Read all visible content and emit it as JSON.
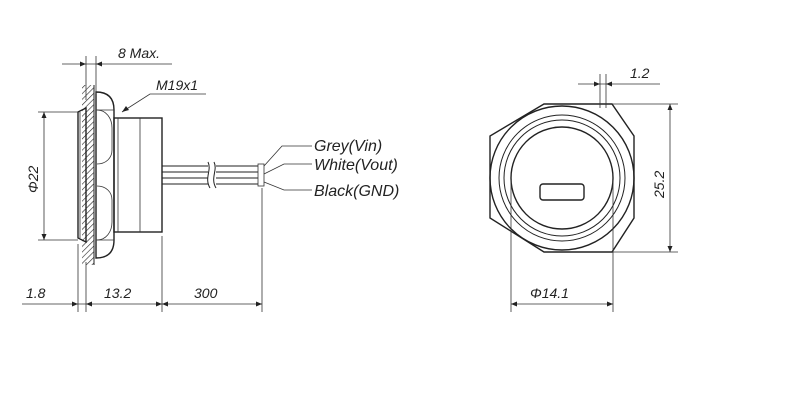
{
  "side_view": {
    "max_length": "8 Max.",
    "thread": "M19x1",
    "diameter": "Φ22",
    "flange": "1.8",
    "body_length": "13.2",
    "cable_length": "300"
  },
  "wires": [
    {
      "label": "Grey(Vin)"
    },
    {
      "label": "White(Vout)"
    },
    {
      "label": "Black(GND)"
    }
  ],
  "front_view": {
    "offset": "1.2",
    "across_flats": "25.2",
    "inner_diameter": "Φ14.1"
  }
}
